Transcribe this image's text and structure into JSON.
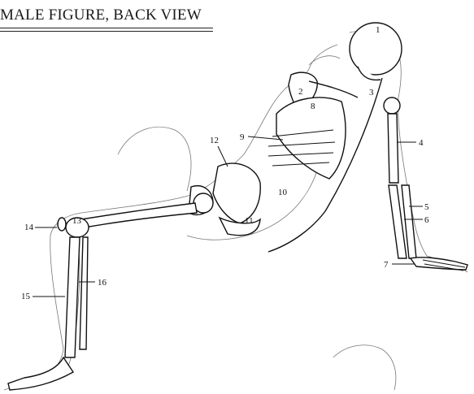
{
  "header": {
    "title": "MALE FIGURE, BACK VIEW"
  },
  "labels": [
    "1",
    "2",
    "3",
    "4",
    "5",
    "6",
    "7",
    "8",
    "9",
    "10",
    "11",
    "12",
    "13",
    "14",
    "15",
    "16"
  ]
}
